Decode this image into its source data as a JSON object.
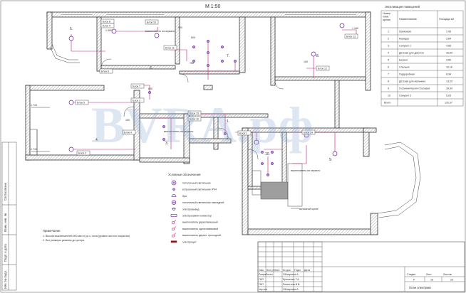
{
  "scale": "М 1:50",
  "watermark": "BVRA.рф",
  "explication": {
    "title": "Экспликация помещений",
    "headers": [
      "Номер поме щения",
      "Наименование",
      "Площадь м2"
    ],
    "rows": [
      [
        "1",
        "Прихожая",
        "7,06"
      ],
      [
        "2",
        "Коридор",
        "3,64"
      ],
      [
        "3",
        "Санузел 1",
        "4,65"
      ],
      [
        "4",
        "Детская для девочки",
        "16,59"
      ],
      [
        "5",
        "Балкон",
        "3,50"
      ],
      [
        "6",
        "Спальня",
        "16,16"
      ],
      [
        "7",
        "Гардеробная",
        "8,94"
      ],
      [
        "8",
        "Детская для мальчика",
        "13,29"
      ],
      [
        "9",
        "Гостиная-Кухня-Столовая",
        "39,99"
      ],
      [
        "10",
        "Санузел 2",
        "5,03"
      ]
    ],
    "total_label": "Всего",
    "total_value": "120,37"
  },
  "legend": {
    "title": "Условные обозначения:",
    "items": [
      "потолочный светильник",
      "встроенный светильник IP44",
      "бра",
      "потолочный светильник накладной",
      "электровывод",
      "электрокамин-конвектор",
      "выключатель двухклавишный",
      "выключатель одноклавишный",
      "выключатель двухкл. проходной",
      "электрощит"
    ]
  },
  "notes": {
    "title": "Примечание:",
    "lines": [
      "1. Высота выключателей 900 мм от ур-ч. пола (уровня чистого покрытия)",
      "2. Все размеры указаны до центра"
    ]
  },
  "rooms": [
    "1.",
    "2.",
    "3.",
    "4.",
    "5.",
    "6.",
    "7.",
    "8.",
    "9.",
    "10."
  ],
  "tags": [
    "Блок 8",
    "Блок 9",
    "Блок 10",
    "Блок 11",
    "Блок 12",
    "Блок 13",
    "Блок 7",
    "Блок 6",
    "Блок 5",
    "Блок 4",
    "Блок 3",
    "Блок 2",
    "Блок 1",
    "Блок 14",
    "Блок 15",
    "Блок 16"
  ],
  "dimensions": [
    "1 650",
    "1 160",
    "1 710",
    "1 710",
    "900",
    "600",
    "600",
    "150",
    "150",
    "750"
  ],
  "annotations": {
    "switch_mirror_1": "выключатель на зеркало",
    "switch_mirror_2": "выключатель на зеркало",
    "switch_mirror_3": "выключатель на зеркало",
    "kitchen_hood": "вытяжной кухне"
  },
  "side_labels": [
    "Согласовано",
    "Взам. инв. №",
    "Подп. и дата",
    "Инв. № подл."
  ],
  "title_block": {
    "header": [
      "Изм.",
      "Кол.уч",
      "Лист",
      "№ док.",
      "Подп.",
      "Дата"
    ],
    "people": [
      [
        "Разработал",
        "Облаухова А."
      ],
      [
        "ГИП",
        "Еременко Т.А."
      ],
      [
        "ГАП",
        "Решетина В.В."
      ],
      [
        "Чертил",
        "Облаухова А."
      ]
    ],
    "stage_label": "Стадия",
    "sheet_label": "Лист",
    "sheets_label": "Листов",
    "stage": "Р",
    "sheet": "16",
    "sheets": "20",
    "sheet_name": "План электрики"
  }
}
